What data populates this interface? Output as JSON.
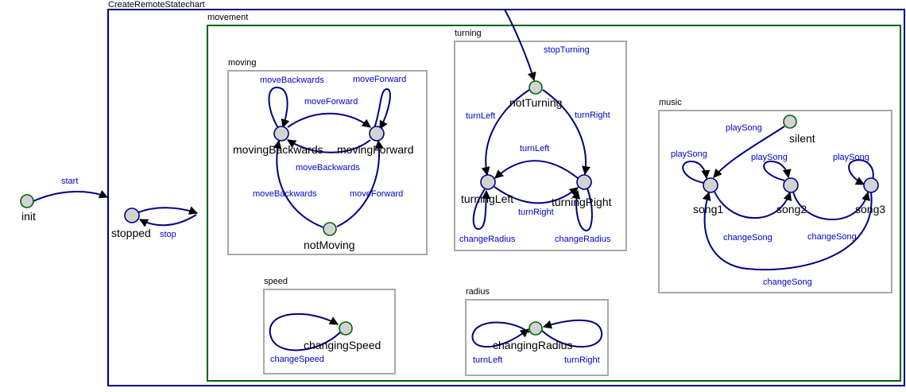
{
  "statechart": {
    "title": "CreateRemoteStatechart",
    "colors": {
      "outer": "#000080",
      "region": "#006400",
      "substate": "#a8a8a8",
      "edge": "#000080",
      "edge_label": "#0000cc",
      "state_fill": "#d3d3d3",
      "initial_stroke": "#006400"
    },
    "composites": {
      "movement": "movement",
      "moving": "moving",
      "turning": "turning",
      "music": "music",
      "speed": "speed",
      "radius": "radius"
    },
    "states": {
      "init": "init",
      "stopped": "stopped",
      "movingBackwards": "movingBackwards",
      "movingForward": "movingForward",
      "notMoving": "notMoving",
      "notTurning": "notTurning",
      "turningLeft": "turningLeft",
      "turningRight": "turningRight",
      "silent": "silent",
      "song1": "song1",
      "song2": "song2",
      "song3": "song3",
      "changingSpeed": "changingSpeed",
      "changingRadius": "changingRadius"
    },
    "transitions": {
      "start": "start",
      "stop": "stop",
      "mb_self": "moveBackwards",
      "mf_self": "moveForward",
      "mb_to_mf": "moveForward",
      "mf_to_mb": "moveBackwards",
      "nm_to_mb": "moveBackwards",
      "nm_to_mf": "moveForward",
      "stopTurning": "stopTurning",
      "nt_to_tl": "turnLeft",
      "nt_to_tr": "turnRight",
      "tr_to_tl": "turnLeft",
      "tl_to_tr": "turnRight",
      "tl_self": "changeRadius",
      "tr_self": "changeRadius",
      "silent_to_song1": "playSong",
      "song1_self": "playSong",
      "song2_self": "playSong",
      "song3_self": "playSong",
      "song1_to_song2": "changeSong",
      "song2_to_song3": "changeSong",
      "song3_to_song1": "changeSong",
      "speed_self": "changeSpeed",
      "radius_left": "turnLeft",
      "radius_right": "turnRight"
    }
  }
}
